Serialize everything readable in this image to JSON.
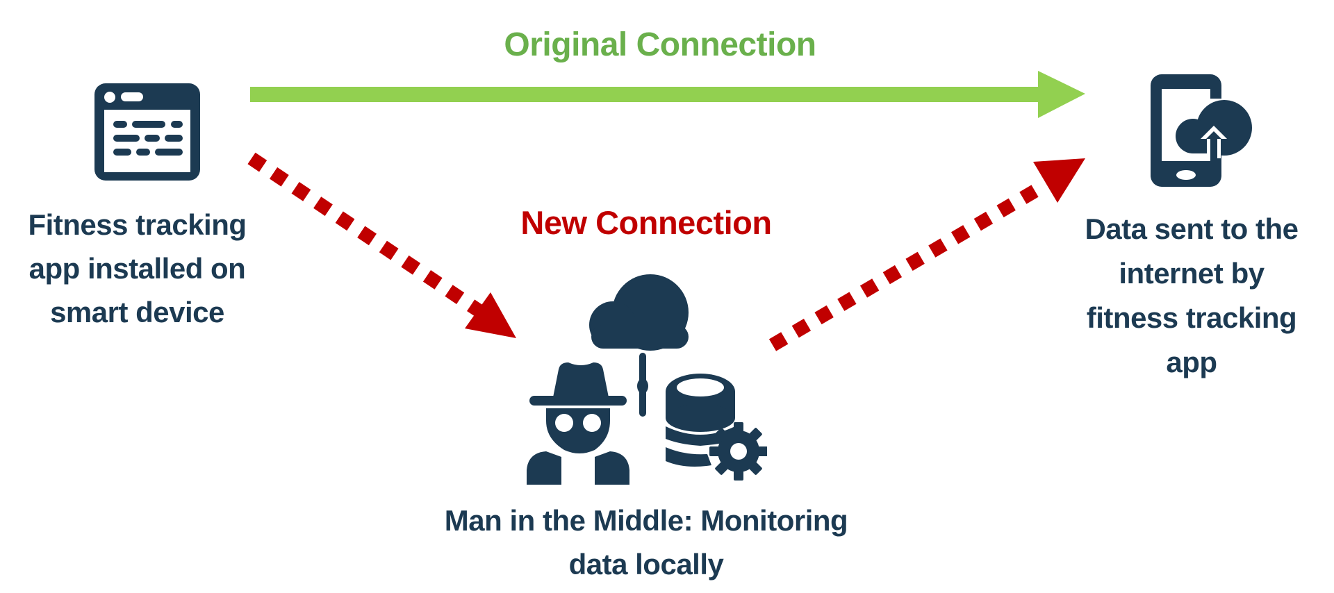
{
  "diagram": {
    "title_original": "Original Connection",
    "title_new": "New Connection",
    "nodes": {
      "source": {
        "icon": "app-window-icon",
        "caption_lines": [
          "Fitness tracking",
          "app installed on",
          "smart device"
        ]
      },
      "destination": {
        "icon": "phone-cloud-upload-icon",
        "caption_lines": [
          "Data sent to the",
          "internet by",
          "fitness tracking",
          "app"
        ]
      },
      "attacker": {
        "icon": "spy-cloud-database-icon",
        "caption_lines": [
          "Man in the Middle: Monitoring",
          "data locally"
        ]
      }
    },
    "edges": [
      {
        "from": "source",
        "to": "destination",
        "style": "solid",
        "color": "#92d050",
        "label": "Original Connection"
      },
      {
        "from": "source",
        "to": "attacker",
        "style": "dotted",
        "color": "#c00000",
        "label": "New Connection"
      },
      {
        "from": "attacker",
        "to": "destination",
        "style": "dotted",
        "color": "#c00000",
        "label": "New Connection"
      }
    ],
    "colors": {
      "original": "#92d050",
      "original_text": "#6ab04c",
      "new": "#c00000",
      "text": "#1c3a52",
      "icon": "#1c3a52"
    }
  }
}
